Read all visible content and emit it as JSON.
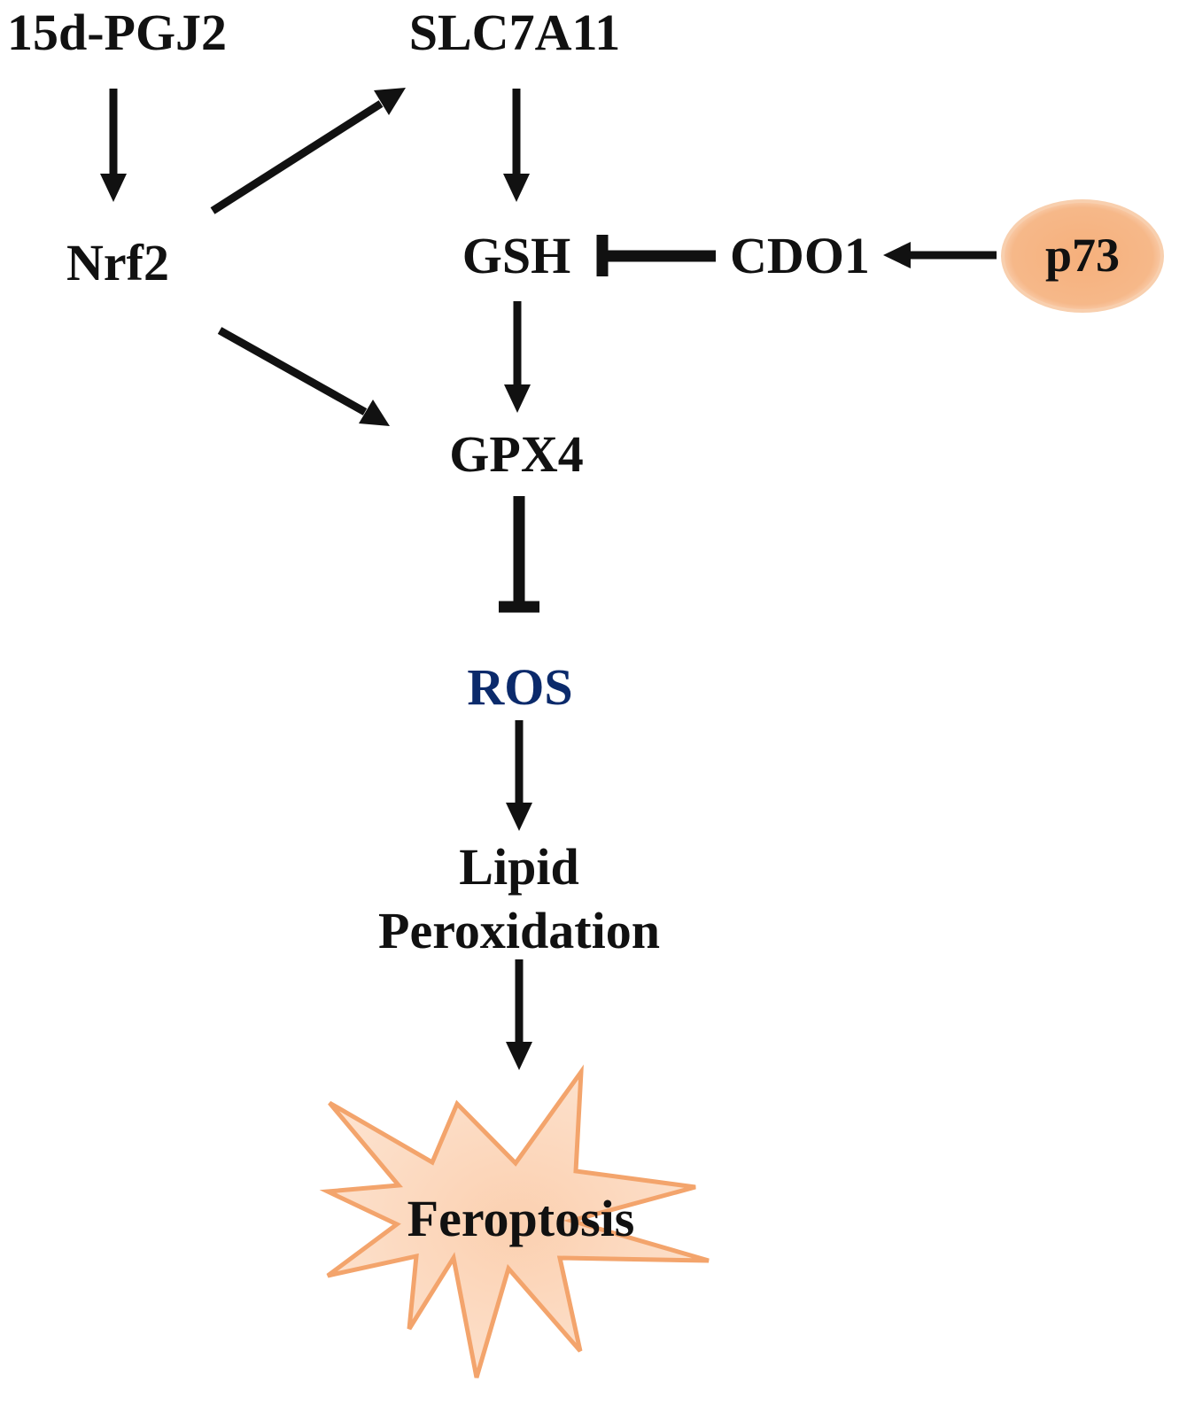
{
  "nodes": {
    "pgj2": "15d-PGJ2",
    "slc7a11": "SLC7A11",
    "nrf2": "Nrf2",
    "gsh": "GSH",
    "cdo1": "CDO1",
    "p73": "p73",
    "gpx4": "GPX4",
    "ros": "ROS",
    "lipid_line1": "Lipid",
    "lipid_line2": "Peroxidation",
    "ferroptosis": "Feroptosis"
  },
  "edges": [
    {
      "from": "15d-PGJ2",
      "to": "Nrf2",
      "type": "activation"
    },
    {
      "from": "Nrf2",
      "to": "SLC7A11",
      "type": "activation"
    },
    {
      "from": "Nrf2",
      "to": "GPX4",
      "type": "activation"
    },
    {
      "from": "SLC7A11",
      "to": "GSH",
      "type": "activation"
    },
    {
      "from": "CDO1",
      "to": "GSH",
      "type": "inhibition"
    },
    {
      "from": "p73",
      "to": "CDO1",
      "type": "activation"
    },
    {
      "from": "GSH",
      "to": "GPX4",
      "type": "activation"
    },
    {
      "from": "GPX4",
      "to": "ROS",
      "type": "inhibition"
    },
    {
      "from": "ROS",
      "to": "Lipid Peroxidation",
      "type": "activation"
    },
    {
      "from": "Lipid Peroxidation",
      "to": "Feroptosis",
      "type": "activation"
    }
  ],
  "colors": {
    "text": "#111111",
    "ros_text": "#0b2a6b",
    "p73_fill": "#f6b889",
    "burst_fill": "#fbd2b4",
    "burst_stroke": "#f3a46c"
  }
}
